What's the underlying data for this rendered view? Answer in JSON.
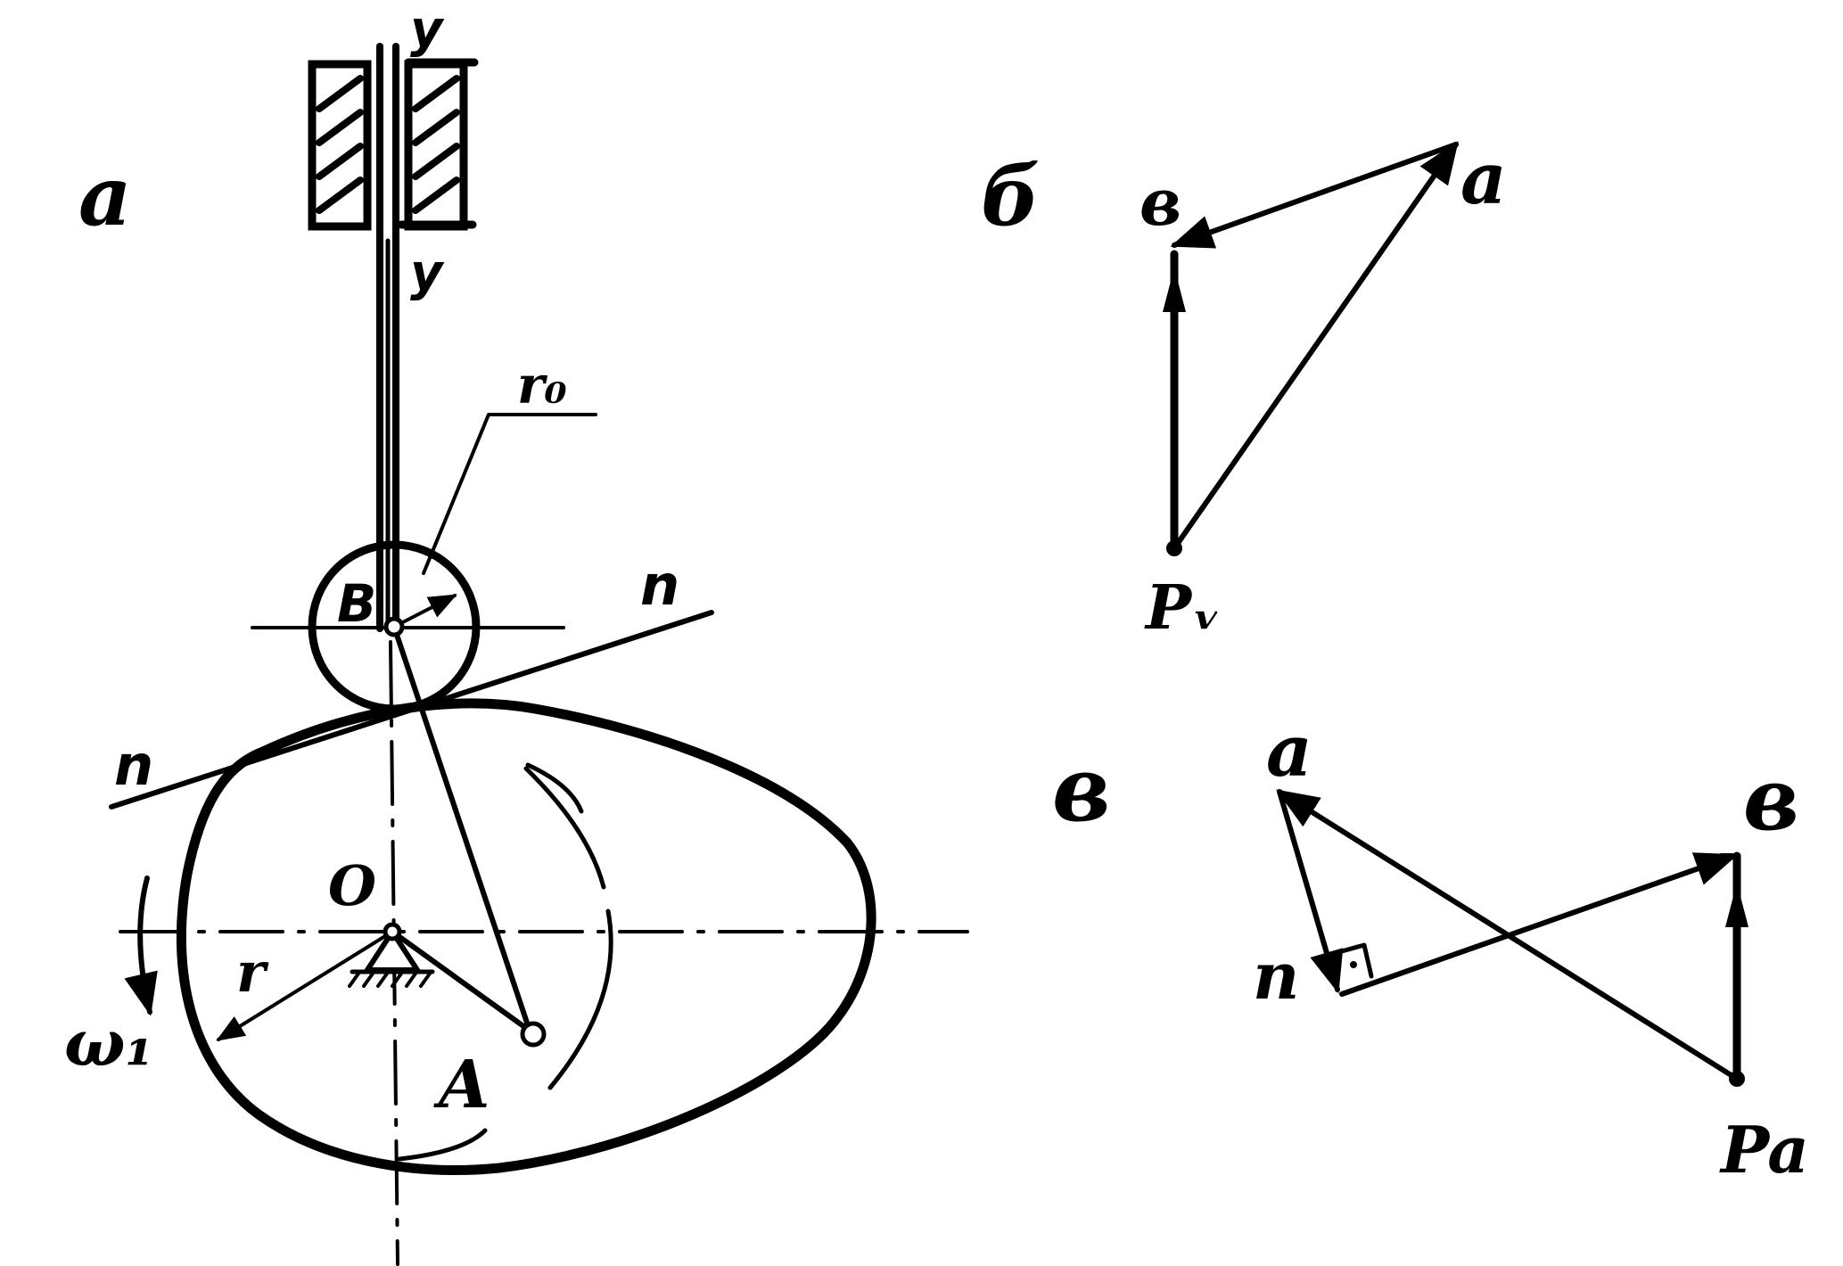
{
  "panels": {
    "a": "a",
    "b": "б",
    "v": "в"
  },
  "mechanism": {
    "guide_top": "у",
    "guide_bottom": "у",
    "roller_center": "B",
    "roller_radius": "r₀",
    "normal_right": "n",
    "normal_left": "n",
    "cam_center": "O",
    "cam_radius": "r",
    "point_A": "A",
    "omega": "ω₁"
  },
  "velocity_plan": {
    "pole": "Pᵥ",
    "point_b": "в",
    "point_a": "a"
  },
  "acceleration_plan": {
    "pole": "Pa",
    "point_a": "a",
    "point_b": "в",
    "point_n": "n"
  },
  "icons": [
    "fixed-support-hatching",
    "arrowhead",
    "right-angle-mark"
  ]
}
